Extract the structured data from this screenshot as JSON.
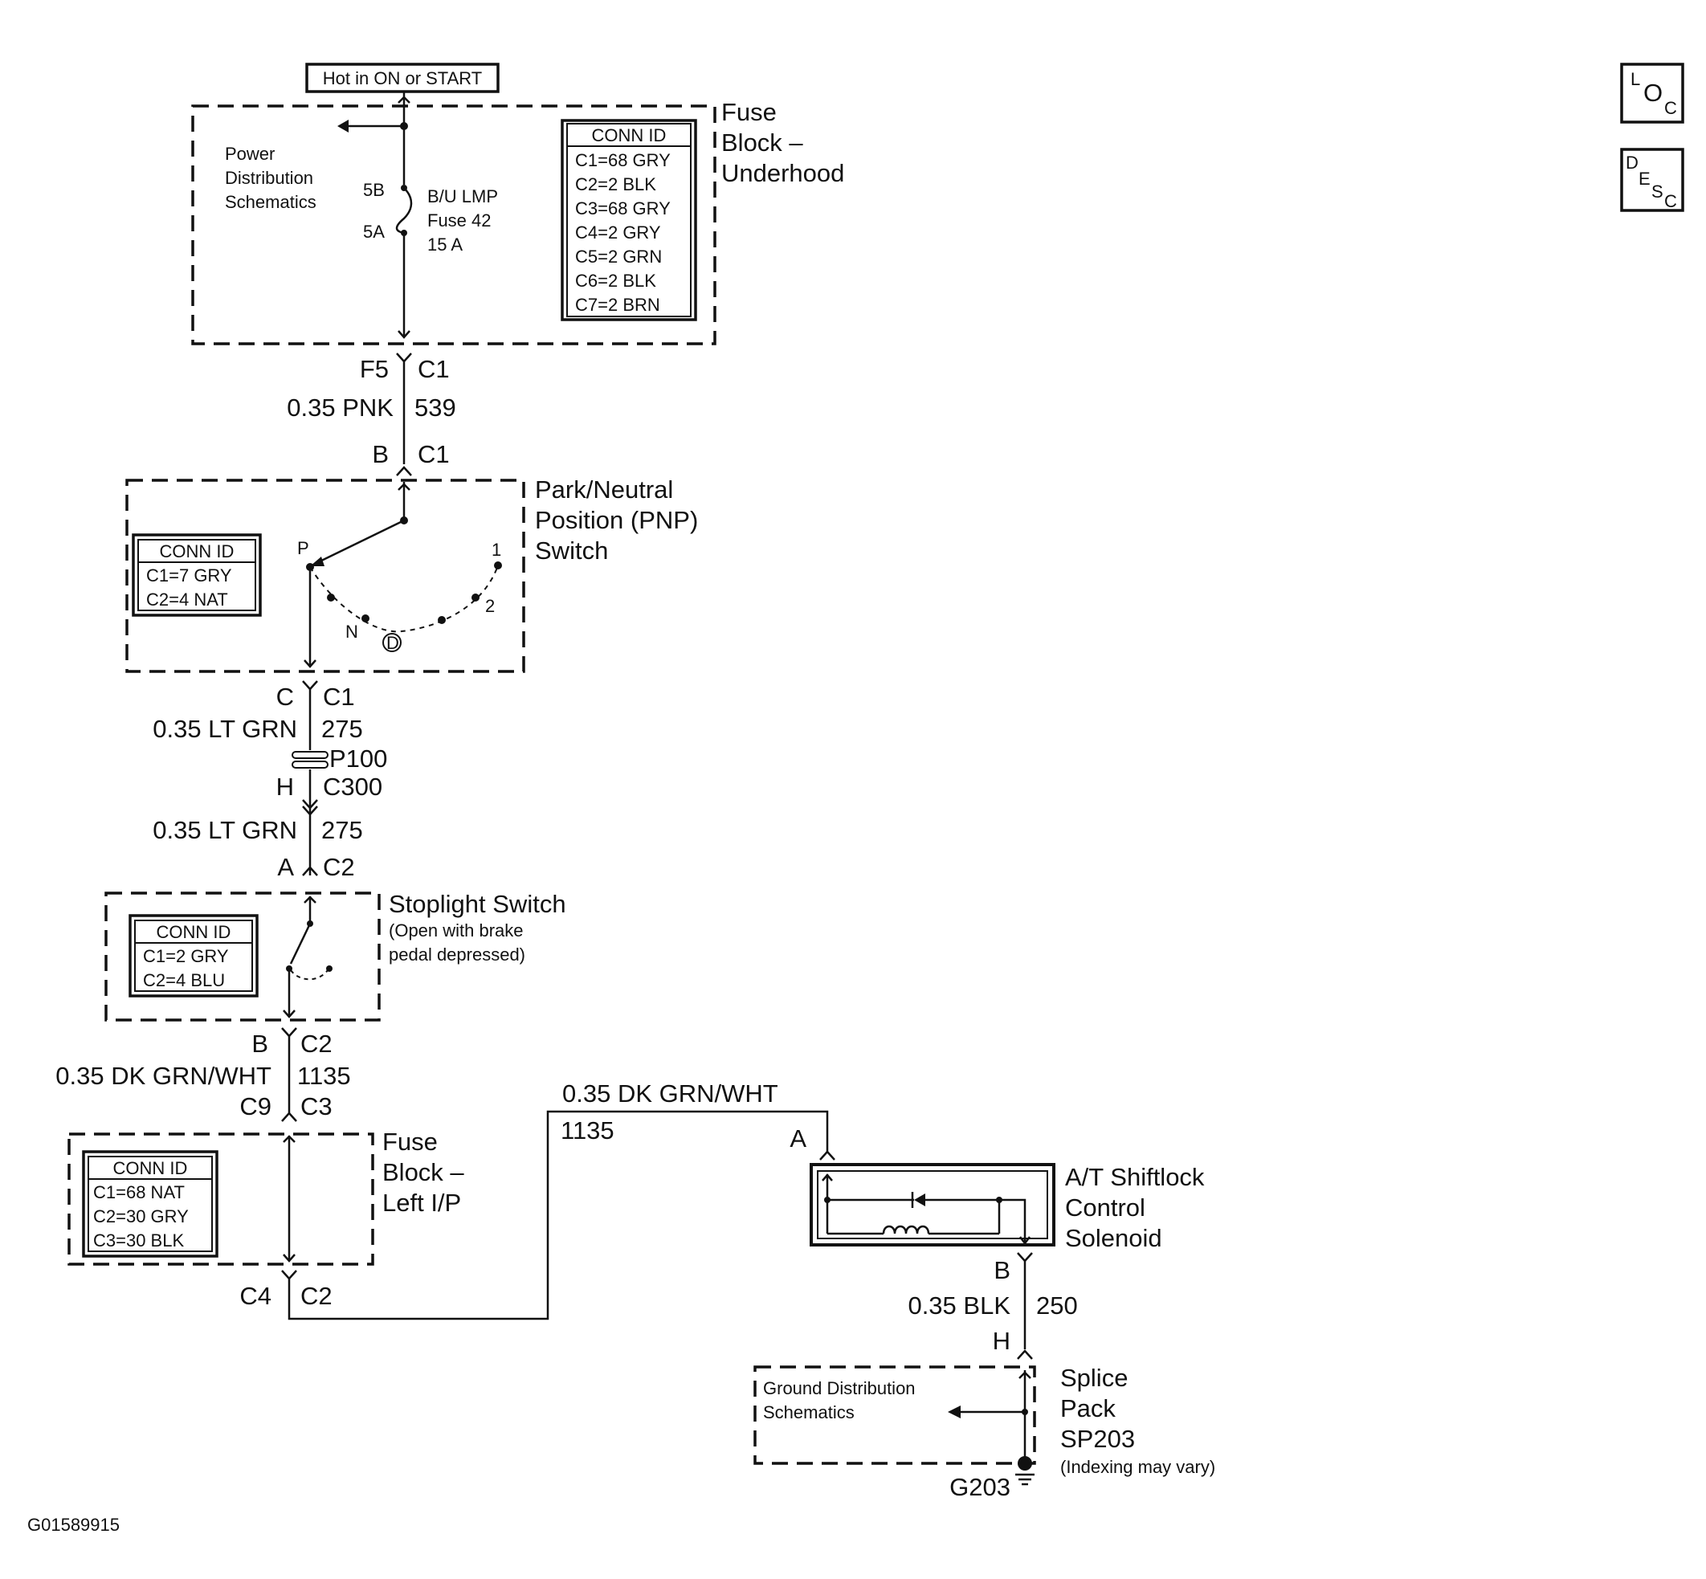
{
  "power_label": "Hot in ON or START",
  "side_icons": {
    "loc": [
      "L",
      "O",
      "C"
    ],
    "desc": [
      "D",
      "E",
      "S",
      "C"
    ]
  },
  "fuse_block_underhood": {
    "title": [
      "Fuse",
      "Block –",
      "Underhood"
    ],
    "power_dist": [
      "Power",
      "Distribution",
      "Schematics"
    ],
    "terminal_top": "5B",
    "terminal_bottom": "5A",
    "fuse_label": [
      "B/U LMP",
      "Fuse 42",
      "15 A"
    ],
    "conn_header": "CONN ID",
    "conn_rows": [
      "C1=68 GRY",
      "C2=2 BLK",
      "C3=68 GRY",
      "C4=2 GRY",
      "C5=2 GRN",
      "C6=2 BLK",
      "C7=2 BRN"
    ]
  },
  "wire_539": {
    "pin_top_left": "F5",
    "pin_top_right": "C1",
    "gauge_color": "0.35 PNK",
    "circuit": "539",
    "pin_bot_left": "B",
    "pin_bot_right": "C1"
  },
  "pnp_switch": {
    "title": [
      "Park/Neutral",
      "Position (PNP)",
      "Switch"
    ],
    "conn_header": "CONN ID",
    "conn_rows": [
      "C1=7 GRY",
      "C2=4 NAT"
    ],
    "positions": {
      "p": "P",
      "n": "N",
      "d": "D",
      "one": "1",
      "two": "2"
    }
  },
  "wire_275a": {
    "pin_left": "C",
    "pin_right": "C1",
    "gauge_color": "0.35 LT GRN",
    "circuit": "275",
    "passthrough": "P100"
  },
  "wire_275b": {
    "pin_top_left": "H",
    "pin_top_right": "C300",
    "gauge_color": "0.35 LT GRN",
    "circuit": "275",
    "pin_bot_left": "A",
    "pin_bot_right": "C2"
  },
  "stoplight_switch": {
    "title": "Stoplight Switch",
    "note": [
      "(Open with brake",
      "pedal depressed)"
    ],
    "conn_header": "CONN ID",
    "conn_rows": [
      "C1=2 GRY",
      "C2=4 BLU"
    ]
  },
  "wire_1135a": {
    "pin_top_left": "B",
    "pin_top_right": "C2",
    "gauge_color": "0.35 DK GRN/WHT",
    "circuit": "1135",
    "pin_bot_left": "C9",
    "pin_bot_right": "C3"
  },
  "fuse_block_left_ip": {
    "title": [
      "Fuse",
      "Block –",
      "Left I/P"
    ],
    "conn_header": "CONN ID",
    "conn_rows": [
      "C1=68 NAT",
      "C2=30 GRY",
      "C3=30 BLK"
    ],
    "pin_bot_left": "C4",
    "pin_bot_right": "C2"
  },
  "wire_1135b": {
    "gauge_color": "0.35 DK GRN/WHT",
    "circuit": "1135",
    "pin": "A"
  },
  "shiftlock_solenoid": {
    "title": [
      "A/T Shiftlock",
      "Control",
      "Solenoid"
    ]
  },
  "wire_250": {
    "pin_top": "B",
    "gauge_color": "0.35 BLK",
    "circuit": "250",
    "pin_bot": "H"
  },
  "splice_pack": {
    "title": [
      "Splice",
      "Pack",
      "SP203"
    ],
    "note": "(Indexing may vary)",
    "ground_dist": [
      "Ground Distribution",
      "Schematics"
    ],
    "ground": "G203"
  },
  "figure_id": "G01589915"
}
